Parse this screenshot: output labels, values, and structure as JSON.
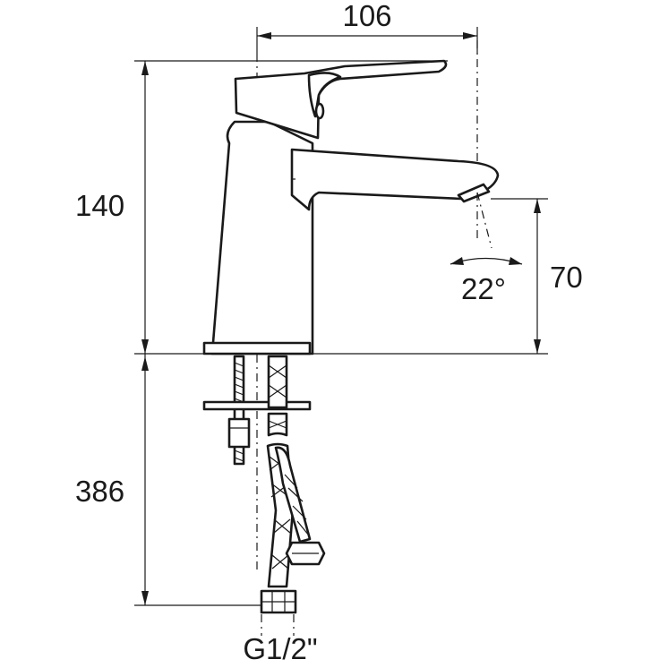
{
  "dimensions": {
    "spout_reach": "106",
    "total_height": "140",
    "spout_height": "70",
    "hose_length": "386",
    "spout_angle": "22°",
    "connection_thread": "G1/2\""
  }
}
